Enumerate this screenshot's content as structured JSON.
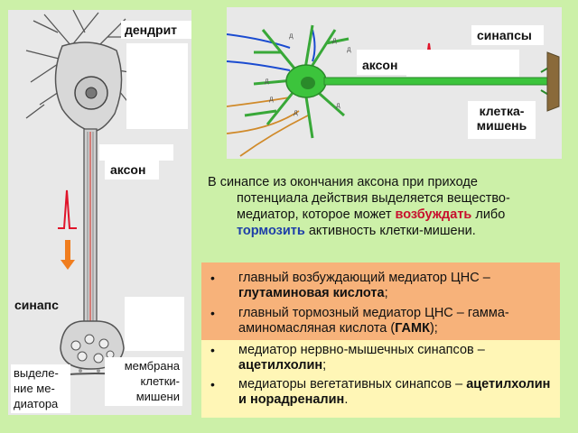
{
  "labels": {
    "dendrite": "дендрит",
    "axon_left": "аксон",
    "synapse": "синапс",
    "release_line1": "выделе-",
    "release_line2": "ние ме-",
    "release_line3": "диатора",
    "membrane_line1": "мембрана",
    "membrane_line2": "клетки-",
    "membrane_line3": "мишени",
    "axon_right": "аксон",
    "synapses": "синапсы",
    "target_line1": "клетка-",
    "target_line2": "мишень",
    "dendrite_mark": "д"
  },
  "main": {
    "t1": "В синапсе из окончания аксона при приходе",
    "t2": "потенциала действия выделяется вещество-медиатор, которое может",
    "excite": "возбуждать",
    "t3": "либо",
    "inhibit": "тормозить",
    "t4": "активность клетки-мишени."
  },
  "orange": {
    "b1_text": "главный возбуждающий медиатор ЦНС –",
    "b1_bold": "глутаминовая кислота",
    "b1_end": ";",
    "b2_text": "главный тормозный медиатор ЦНС – гамма-аминомасляная кислота (",
    "b2_bold": "ГАМК",
    "b2_end": ");"
  },
  "yellow": {
    "b1_text": "медиатор нервно-мышечных синапсов –",
    "b1_bold": "ацетилхолин",
    "b1_end": ";",
    "b2_text": "медиаторы вегетативных синапсов –",
    "b2_bold": "ацетилхолин и норадреналин",
    "b2_end": "."
  },
  "colors": {
    "background": "#ccf0a8",
    "panel": "#e8e8e8",
    "arrow": "#f07d1e",
    "spike": "#e0142a",
    "neuron_green": "#3cc43c",
    "excite": "#c8102e",
    "inhibit": "#1e3fa8",
    "box_orange": "#f7b27a",
    "box_yellow": "#fff6b6"
  }
}
